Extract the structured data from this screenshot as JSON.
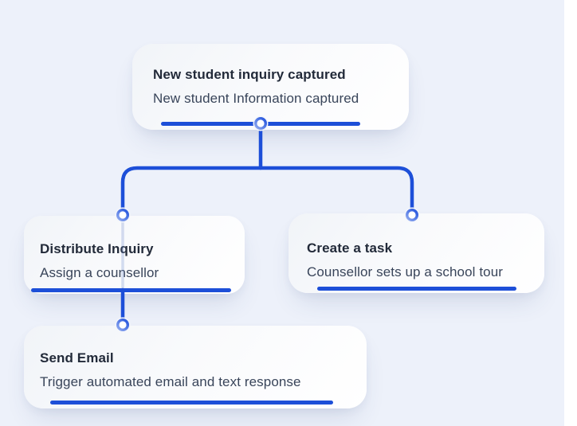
{
  "palette": {
    "background": "#edf1fa",
    "accent": "#1d4fd8",
    "title_color": "#222a39",
    "subtitle_color": "#39455a"
  },
  "diagram": {
    "type": "workflow-flowchart",
    "nodes": [
      {
        "id": "new-student-inquiry-captured",
        "title": "New student inquiry captured",
        "subtitle": "New student Information captured",
        "children": [
          "distribute-inquiry",
          "create-a-task"
        ]
      },
      {
        "id": "distribute-inquiry",
        "title": "Distribute Inquiry",
        "subtitle": "Assign a counsellor",
        "children": [
          "send-email"
        ]
      },
      {
        "id": "create-a-task",
        "title": "Create a task",
        "subtitle": "Counsellor sets up a school tour",
        "children": []
      },
      {
        "id": "send-email",
        "title": "Send Email",
        "subtitle": "Trigger automated email and text response",
        "children": []
      }
    ]
  }
}
